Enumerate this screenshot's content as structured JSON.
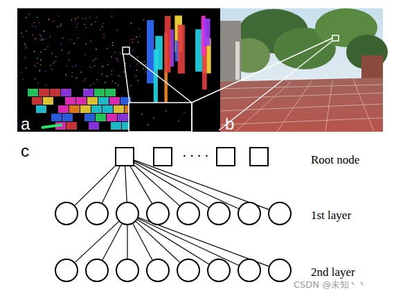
{
  "diagram": {
    "nodes": [
      {
        "text": []
      },
      {
        "text": []
      },
      {
        "text": []
      },
      {
        "text": []
      },
      {
        "text": []
      },
      {
        "text": []
      },
      {
        "text": []
      },
      {
        "text": []
      },
      {
        "text": []
      },
      {
        "text": []
      },
      {
        "text": []
      },
      {
        "text": []
      },
      {
        "text": []
      },
      {
        "text": []
      },
      {
        "text": []
      },
      {
        "text": []
      },
      {
        "text": []
      },
      {
        "text": []
      },
      {
        "text": []
      },
      {
        "text": []
      }
    ],
    "edges": [
      {
        "from": 0,
        "to": 4,
        "arrow": "none"
      },
      {
        "from": 0,
        "to": 5,
        "arrow": "none"
      },
      {
        "from": 0,
        "to": 6,
        "arrow": "none"
      },
      {
        "from": 0,
        "to": 7,
        "arrow": "none"
      },
      {
        "from": 0,
        "to": 8,
        "arrow": "none"
      },
      {
        "from": 0,
        "to": 9,
        "arrow": "none"
      },
      {
        "from": 0,
        "to": 10,
        "arrow": "none"
      },
      {
        "from": 0,
        "to": 11,
        "arrow": "none"
      },
      {
        "from": 6,
        "to": 12,
        "arrow": "none"
      },
      {
        "from": 6,
        "to": 13,
        "arrow": "none"
      },
      {
        "from": 6,
        "to": 14,
        "arrow": "none"
      },
      {
        "from": 6,
        "to": 15,
        "arrow": "none"
      },
      {
        "from": 6,
        "to": 16,
        "arrow": "none"
      },
      {
        "from": 6,
        "to": 17,
        "arrow": "none"
      },
      {
        "from": 6,
        "to": 18,
        "arrow": "none"
      },
      {
        "from": 6,
        "to": 19,
        "arrow": "none"
      }
    ],
    "labels": [
      "a",
      "b",
      "c",
      "····",
      "Root node",
      "1st layer",
      "2nd layer",
      "CSDN @未知丶丶"
    ]
  }
}
